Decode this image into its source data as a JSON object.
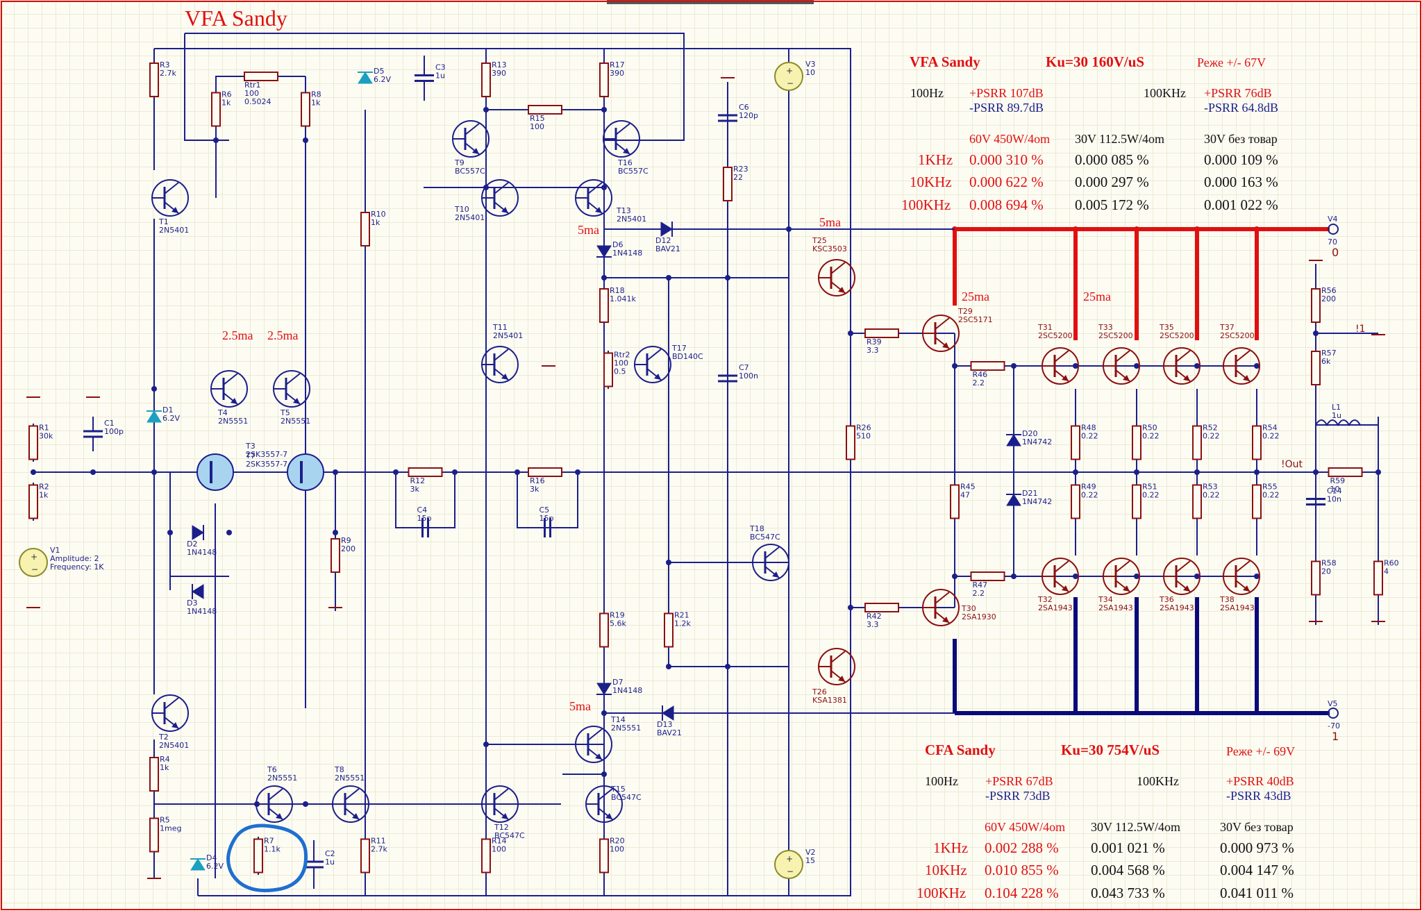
{
  "title": "VFA Sandy",
  "vfa": {
    "name": "VFA Sandy",
    "ku": "Ku=30  160V/uS",
    "rails": "Реже +/- 67V",
    "f100hz": "100Hz",
    "psrr100_p": "+PSRR 107dB",
    "psrr100_n": "-PSRR 89.7dB",
    "f100khz": "100KHz",
    "psrrk_p": "+PSRR 76dB",
    "psrrk_n": "-PSRR 64.8dB",
    "col1": "60V 450W/4om",
    "col2": "30V 112.5W/4om",
    "col3": "30V без товар",
    "rows": [
      {
        "f": "1KHz",
        "a": "0.000 310 %",
        "b": "0.000 085 %",
        "c": "0.000 109 %"
      },
      {
        "f": "10KHz",
        "a": "0.000 622 %",
        "b": "0.000 297 %",
        "c": "0.000 163 %"
      },
      {
        "f": "100KHz",
        "a": "0.008 694 %",
        "b": "0.005 172 %",
        "c": "0.001 022 %"
      }
    ]
  },
  "cfa": {
    "name": "CFA Sandy",
    "ku": "Ku=30  754V/uS",
    "rails": "Реже +/- 69V",
    "f100hz": "100Hz",
    "psrr100_p": "+PSRR 67dB",
    "psrr100_n": "-PSRR 73dB",
    "f100khz": "100KHz",
    "psrrk_p": "+PSRR 40dB",
    "psrrk_n": "-PSRR 43dB",
    "col1": "60V 450W/4om",
    "col2": "30V 112.5W/4om",
    "col3": "30V без товар",
    "rows": [
      {
        "f": "1KHz",
        "a": "0.002 288 %",
        "b": "0.001 021 %",
        "c": "0.000 973 %"
      },
      {
        "f": "10KHz",
        "a": "0.010 855 %",
        "b": "0.004 568 %",
        "c": "0.004 147 %"
      },
      {
        "f": "100KHz",
        "a": "0.104 228 %",
        "b": "0.043 733 %",
        "c": "0.041 011 %"
      }
    ]
  },
  "currents": {
    "c1": "2.5ma",
    "c2": "2.5ma",
    "c3": "5ma",
    "c4": "5ma",
    "c5": "5ma",
    "c6": "25ma",
    "c7": "25ma"
  },
  "nets": {
    "out": "!Out",
    "n1": "!1",
    "v4": "V4",
    "v4val": "70",
    "v4n": "0",
    "v5": "V5",
    "v5val": "-70",
    "v5n": "1"
  },
  "colors": {
    "wire": "#1b1f8a",
    "power_pos": "#e01010",
    "power_neg": "#0a0a7a",
    "out_stage": "#8a1010",
    "zener": "#1aa0c0",
    "annot": "#1e6fd0"
  },
  "components": [
    {
      "id": "R3",
      "v": "2.7k"
    },
    {
      "id": "R6",
      "v": "1k"
    },
    {
      "id": "Rtr1",
      "v": "100",
      "v2": "0.5024"
    },
    {
      "id": "R8",
      "v": "1k"
    },
    {
      "id": "D5",
      "v": "6.2V"
    },
    {
      "id": "C3",
      "v": "1u"
    },
    {
      "id": "R13",
      "v": "390"
    },
    {
      "id": "R17",
      "v": "390"
    },
    {
      "id": "R15",
      "v": "100"
    },
    {
      "id": "T9",
      "v": "BC557C"
    },
    {
      "id": "T16",
      "v": "BC557C"
    },
    {
      "id": "T10",
      "v": "2N5401"
    },
    {
      "id": "T13",
      "v": "2N5401"
    },
    {
      "id": "T1",
      "v": "2N5401"
    },
    {
      "id": "R10",
      "v": "1k"
    },
    {
      "id": "D12",
      "v": "BAV21"
    },
    {
      "id": "D6",
      "v": "1N4148"
    },
    {
      "id": "C6",
      "v": "120p"
    },
    {
      "id": "R23",
      "v": "22"
    },
    {
      "id": "V3",
      "v": "10"
    },
    {
      "id": "T25",
      "v": "KSC3503"
    },
    {
      "id": "R18",
      "v": "1.041k"
    },
    {
      "id": "T11",
      "v": "2N5401"
    },
    {
      "id": "Rtr2",
      "v": "100",
      "v2": "0.5"
    },
    {
      "id": "T17",
      "v": "BD140C"
    },
    {
      "id": "C7",
      "v": "100n"
    },
    {
      "id": "R39",
      "v": "3.3"
    },
    {
      "id": "T29",
      "v": "2SC5171"
    },
    {
      "id": "R46",
      "v": "2.2"
    },
    {
      "id": "T31",
      "v": "2SC5200"
    },
    {
      "id": "T33",
      "v": "2SC5200"
    },
    {
      "id": "T35",
      "v": "2SC5200"
    },
    {
      "id": "T37",
      "v": "2SC5200"
    },
    {
      "id": "R56",
      "v": "200"
    },
    {
      "id": "R57",
      "v": "6k"
    },
    {
      "id": "L1",
      "v": "1u"
    },
    {
      "id": "T4",
      "v": "2N5551"
    },
    {
      "id": "T5",
      "v": "2N5551"
    },
    {
      "id": "D1",
      "v": "6.2V"
    },
    {
      "id": "R1",
      "v": "30k"
    },
    {
      "id": "C1",
      "v": "100p"
    },
    {
      "id": "T3",
      "v": "2SK3557-7"
    },
    {
      "id": "T7",
      "v": "2SK3557-7"
    },
    {
      "id": "R12",
      "v": "3k"
    },
    {
      "id": "R16",
      "v": "3k"
    },
    {
      "id": "R26",
      "v": "510"
    },
    {
      "id": "D20",
      "v": "1N4742"
    },
    {
      "id": "R48",
      "v": "0.22"
    },
    {
      "id": "R50",
      "v": "0.22"
    },
    {
      "id": "R52",
      "v": "0.22"
    },
    {
      "id": "R54",
      "v": "0.22"
    },
    {
      "id": "R59",
      "v": "10"
    },
    {
      "id": "R2",
      "v": "1k"
    },
    {
      "id": "V1",
      "v": "Amplitude: 2",
      "v2": "Frequency: 1K"
    },
    {
      "id": "D2",
      "v": "1N4148"
    },
    {
      "id": "C4",
      "v": "15p"
    },
    {
      "id": "C5",
      "v": "15p"
    },
    {
      "id": "R45",
      "v": "47"
    },
    {
      "id": "D21",
      "v": "1N4742"
    },
    {
      "id": "R49",
      "v": "0.22"
    },
    {
      "id": "R51",
      "v": "0.22"
    },
    {
      "id": "R53",
      "v": "0.22"
    },
    {
      "id": "R55",
      "v": "0.22"
    },
    {
      "id": "C14",
      "v": "10n"
    },
    {
      "id": "R9",
      "v": "200"
    },
    {
      "id": "D3",
      "v": "1N4148"
    },
    {
      "id": "T18",
      "v": "BC547C"
    },
    {
      "id": "R47",
      "v": "2.2"
    },
    {
      "id": "R58",
      "v": "20"
    },
    {
      "id": "R60",
      "v": "4"
    },
    {
      "id": "T32",
      "v": "2SA1943"
    },
    {
      "id": "T34",
      "v": "2SA1943"
    },
    {
      "id": "T36",
      "v": "2SA1943"
    },
    {
      "id": "T38",
      "v": "2SA1943"
    },
    {
      "id": "R42",
      "v": "3.3"
    },
    {
      "id": "T30",
      "v": "2SA1930"
    },
    {
      "id": "R19",
      "v": "5.6k"
    },
    {
      "id": "R21",
      "v": "1.2k"
    },
    {
      "id": "T26",
      "v": "KSA1381"
    },
    {
      "id": "D7",
      "v": "1N4148"
    },
    {
      "id": "D13",
      "v": "BAV21"
    },
    {
      "id": "T2",
      "v": "2N5401"
    },
    {
      "id": "T14",
      "v": "2N5551"
    },
    {
      "id": "R4",
      "v": "1k"
    },
    {
      "id": "T15",
      "v": "BC547C"
    },
    {
      "id": "T6",
      "v": "2N5551"
    },
    {
      "id": "T8",
      "v": "2N5551"
    },
    {
      "id": "R5",
      "v": "1meg"
    },
    {
      "id": "D4",
      "v": "6.2V"
    },
    {
      "id": "R7",
      "v": "1.1k"
    },
    {
      "id": "C2",
      "v": "1u"
    },
    {
      "id": "R11",
      "v": "2.7k"
    },
    {
      "id": "T12",
      "v": "BC547C"
    },
    {
      "id": "R14",
      "v": "100"
    },
    {
      "id": "R20",
      "v": "100"
    },
    {
      "id": "V2",
      "v": "15"
    }
  ]
}
